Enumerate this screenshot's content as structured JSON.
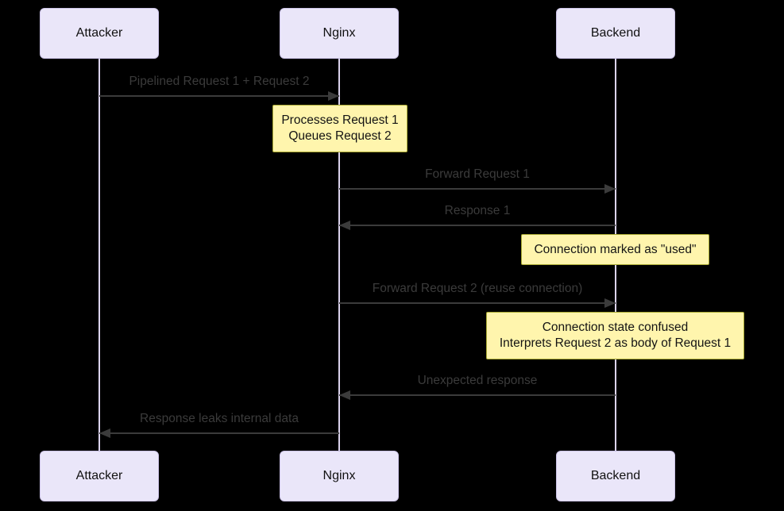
{
  "diagram": {
    "type": "sequence-diagram",
    "actors": [
      {
        "name": "Attacker"
      },
      {
        "name": "Nginx"
      },
      {
        "name": "Backend"
      }
    ],
    "messages": [
      {
        "label": "Pipelined Request 1 + Request 2",
        "from": "Attacker",
        "to": "Nginx"
      },
      {
        "label": "Forward Request 1",
        "from": "Nginx",
        "to": "Backend"
      },
      {
        "label": "Response 1",
        "from": "Backend",
        "to": "Nginx"
      },
      {
        "label": "Forward Request 2 (reuse connection)",
        "from": "Nginx",
        "to": "Backend"
      },
      {
        "label": "Unexpected response",
        "from": "Backend",
        "to": "Nginx"
      },
      {
        "label": "Response leaks internal data",
        "from": "Nginx",
        "to": "Attacker"
      }
    ],
    "notes": [
      {
        "over": "Nginx",
        "lines": [
          "Processes Request 1",
          "Queues Request 2"
        ]
      },
      {
        "over": "Backend",
        "lines": [
          "Connection marked as \"used\""
        ]
      },
      {
        "over": "Backend",
        "lines": [
          "Connection state confused",
          "Interprets Request 2 as body of Request 1"
        ]
      }
    ]
  },
  "theme": {
    "bg": "#000000",
    "actor_fill": "#EAE6F9",
    "actor_border": "#CBC3E6",
    "actor_text": "#111111",
    "lifeline": "#DCD4EE",
    "message": "#3B3B3B",
    "note_fill": "#FFF5AD",
    "note_border": "#AAAA33",
    "note_text": "#141414"
  }
}
